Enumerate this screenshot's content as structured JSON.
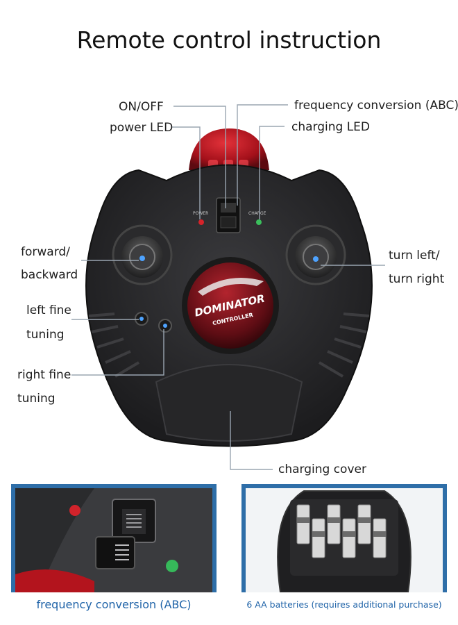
{
  "title": "Remote control instruction",
  "labels": {
    "on_off": "ON/OFF",
    "power_led": "power LED",
    "frequency_conversion": "frequency conversion (ABC)",
    "charging_led": "charging LED",
    "forward": "forward/",
    "backward": "backward",
    "turn_left": "turn left/",
    "turn_right": "turn right",
    "left_fine_1": "left fine",
    "left_fine_2": "tuning",
    "right_fine_1": "right fine",
    "right_fine_2": "tuning",
    "charging_cover": "charging cover"
  },
  "device": {
    "logo_text_1": "DOMINATOR",
    "logo_text_2": "CONTROLLER",
    "power_mark": "POWER",
    "charge_mark": "CHARGE"
  },
  "panels": {
    "left_caption": "frequency conversion (ABC)",
    "right_caption": "6  AA batteries (requires additional purchase)"
  },
  "colors": {
    "accent_blue": "#2e6ea8",
    "caption_blue": "#1f63a8",
    "body_dark": "#2b2b2d",
    "red_dome": "#c0141b",
    "leader_line": "#9aa5b1"
  }
}
